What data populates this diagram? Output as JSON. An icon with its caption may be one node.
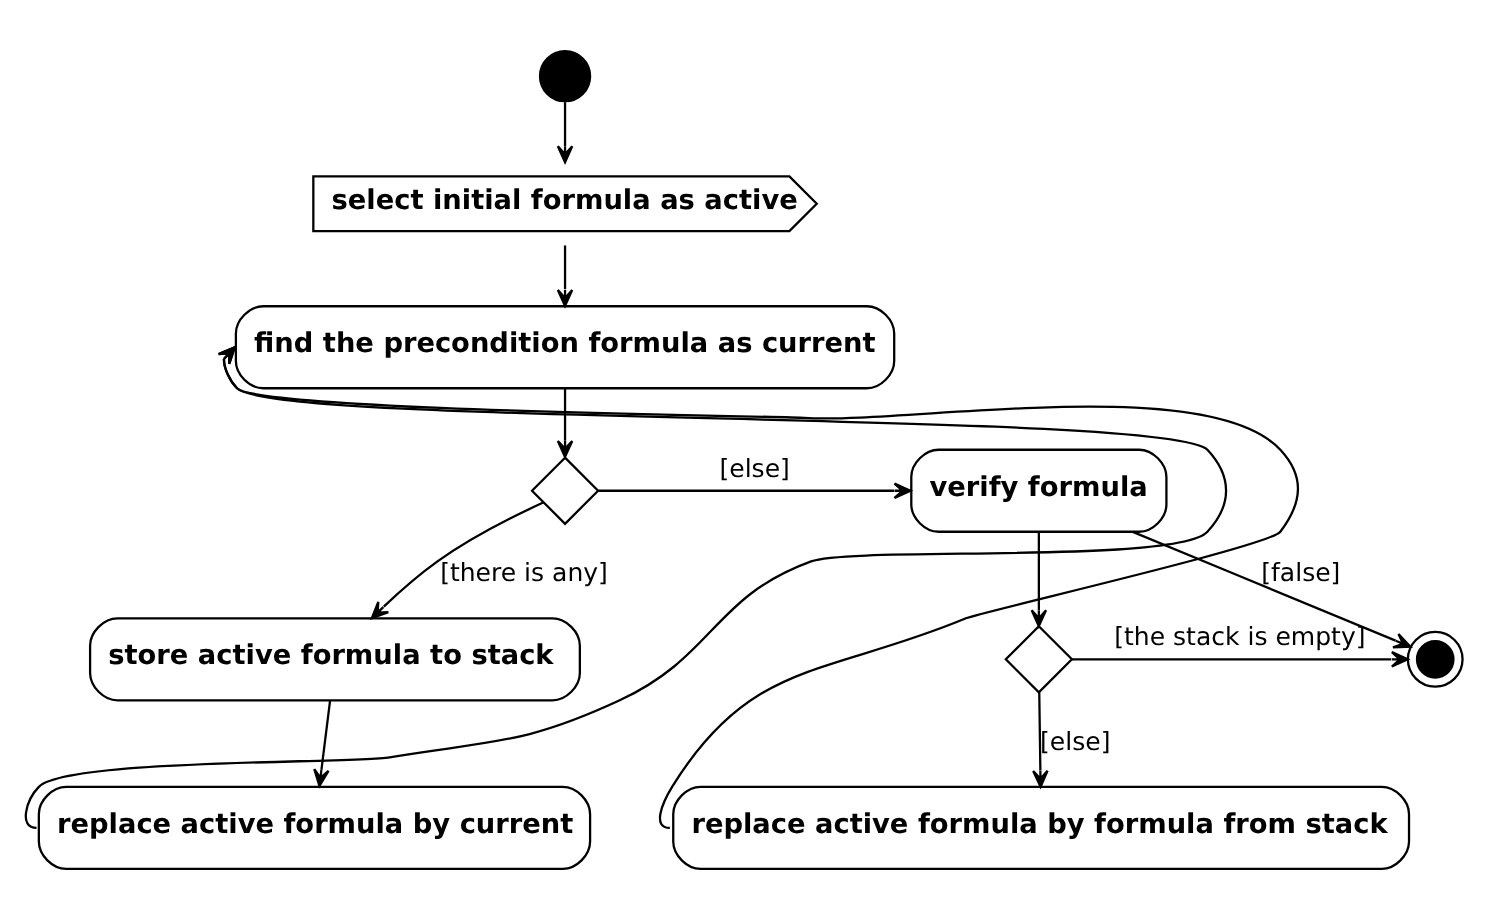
{
  "diagram": {
    "nodes": [
      {
        "text": [],
        "shape": "circle"
      },
      {
        "text": [
          "select initial formula as active"
        ]
      },
      {
        "text": [
          "find the precondition formula as current"
        ]
      },
      {
        "text": [],
        "shape": "diamond"
      },
      {
        "text": [
          "store active formula to stack"
        ]
      },
      {
        "text": [
          "replace active formula by current"
        ]
      },
      {
        "text": [
          "verify formula"
        ]
      },
      {
        "text": [],
        "shape": "diamond"
      },
      {
        "text": [],
        "shape": "circle"
      },
      {
        "text": [
          "replace active formula by formula from stack"
        ]
      }
    ],
    "edges": [
      {
        "from": 0,
        "to": 1,
        "arrow": "to"
      },
      {
        "from": 1,
        "to": 2,
        "arrow": "to"
      },
      {
        "from": 2,
        "to": 3,
        "arrow": "to"
      },
      {
        "from": 3,
        "to": 4,
        "arrow": "to",
        "label": "[there is any]"
      },
      {
        "from": 3,
        "to": 6,
        "arrow": "to",
        "label": "[else]"
      },
      {
        "from": 4,
        "to": 5,
        "arrow": "to"
      },
      {
        "from": 5,
        "to": 2,
        "arrow": "to"
      },
      {
        "from": 6,
        "to": 8,
        "arrow": "to",
        "label": "[false]"
      },
      {
        "from": 6,
        "to": 7,
        "arrow": "to"
      },
      {
        "from": 7,
        "to": 8,
        "arrow": "to",
        "label": "[the stack is empty]"
      },
      {
        "from": 7,
        "to": 9,
        "arrow": "to",
        "label": "[else]"
      },
      {
        "from": 9,
        "to": 2,
        "arrow": "to"
      }
    ]
  }
}
